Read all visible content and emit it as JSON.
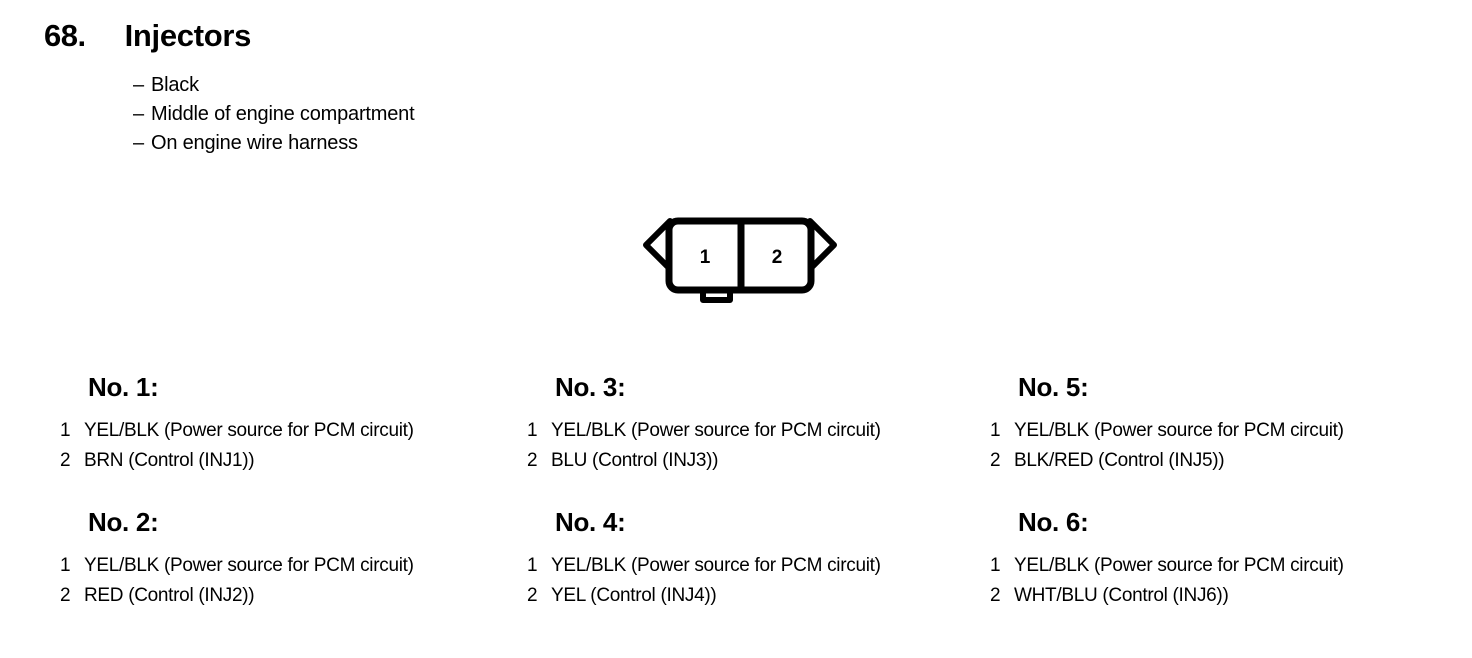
{
  "page": {
    "background_color": "#ffffff",
    "text_color": "#000000"
  },
  "header": {
    "number": "68.",
    "title": "Injectors",
    "attributes": [
      {
        "dash": "–",
        "text": "Black"
      },
      {
        "dash": "–",
        "text": "Middle of engine compartment"
      },
      {
        "dash": "–",
        "text": "On engine wire harness"
      }
    ]
  },
  "connector": {
    "name": "2-pin-connector",
    "pin_count": 2,
    "pin_labels": [
      "1",
      "2"
    ],
    "left_tab": "arrow-left",
    "right_tab": "arrow-right",
    "bottom_tab": "locking-notch",
    "stroke_color": "#000000",
    "fill_color": "#ffffff"
  },
  "pin_groups": [
    {
      "id": "1",
      "title": "No. 1:",
      "rows": [
        {
          "index": "1",
          "desc": "YEL/BLK (Power source for PCM circuit)"
        },
        {
          "index": "2",
          "desc": "BRN (Control (INJ1))"
        }
      ]
    },
    {
      "id": "2",
      "title": "No. 2:",
      "rows": [
        {
          "index": "1",
          "desc": "YEL/BLK (Power source for PCM circuit)"
        },
        {
          "index": "2",
          "desc": "RED (Control (INJ2))"
        }
      ]
    },
    {
      "id": "3",
      "title": "No. 3:",
      "rows": [
        {
          "index": "1",
          "desc": "YEL/BLK (Power source for PCM circuit)"
        },
        {
          "index": "2",
          "desc": "BLU (Control (INJ3))"
        }
      ]
    },
    {
      "id": "4",
      "title": "No. 4:",
      "rows": [
        {
          "index": "1",
          "desc": "YEL/BLK (Power source for PCM circuit)"
        },
        {
          "index": "2",
          "desc": "YEL (Control (INJ4))"
        }
      ]
    },
    {
      "id": "5",
      "title": "No. 5:",
      "rows": [
        {
          "index": "1",
          "desc": "YEL/BLK (Power source for PCM circuit)"
        },
        {
          "index": "2",
          "desc": "BLK/RED (Control (INJ5))"
        }
      ]
    },
    {
      "id": "6",
      "title": "No. 6:",
      "rows": [
        {
          "index": "1",
          "desc": "YEL/BLK (Power source for PCM circuit)"
        },
        {
          "index": "2",
          "desc": "WHT/BLU (Control (INJ6))"
        }
      ]
    }
  ]
}
